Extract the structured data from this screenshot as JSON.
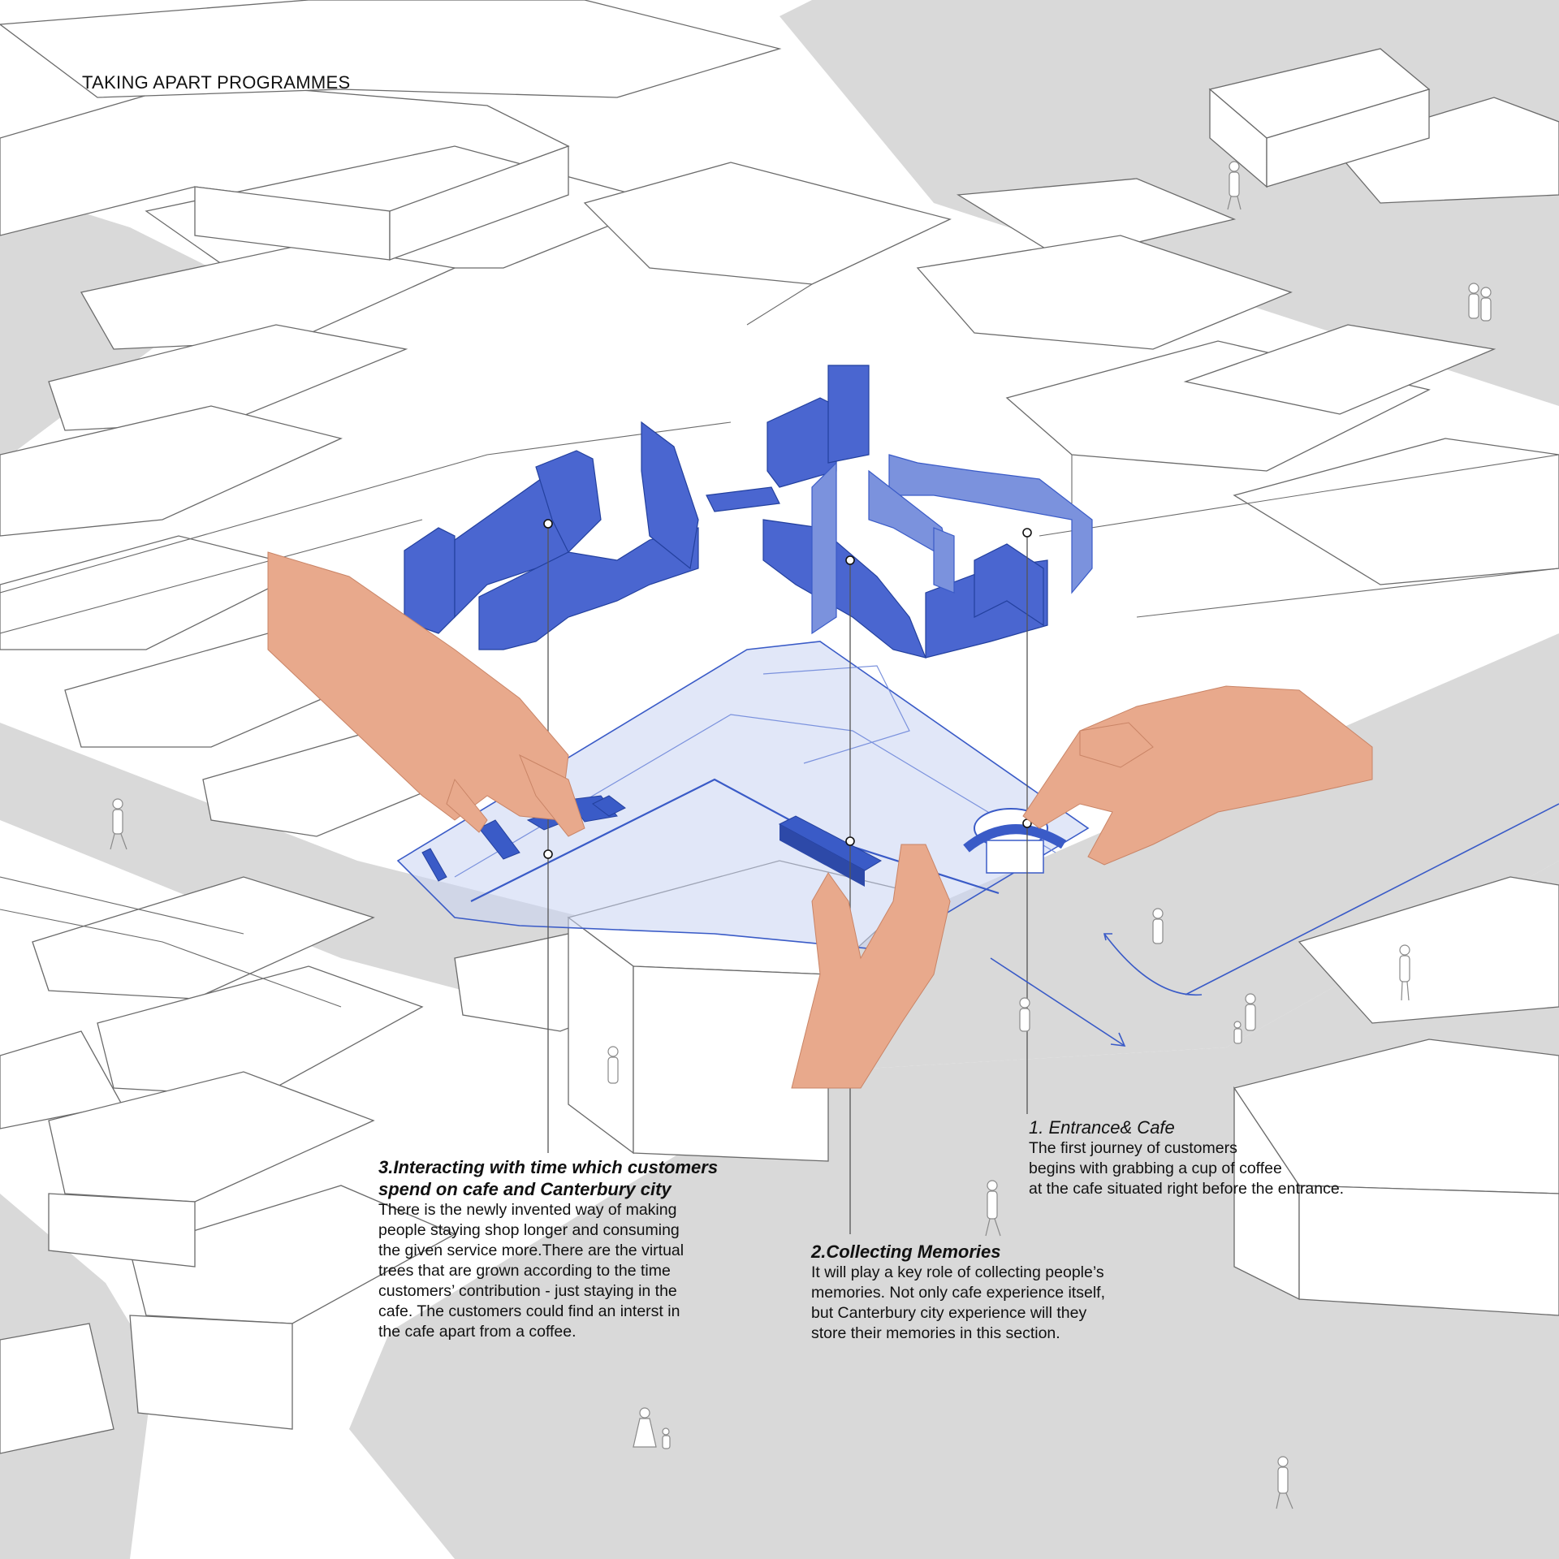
{
  "title": "TAKING APART PROGRAMMES",
  "colors": {
    "accent": "#3a5bc7",
    "accent_light": "#7b92dd",
    "road": "#d9d9d9",
    "building_fill": "#ffffff",
    "building_line": "#6b6b6b",
    "skin": "#e8a98c"
  },
  "annotations": [
    {
      "number": 1,
      "title": "1. Entrance& Cafe",
      "lines": [
        "The first journey of customers",
        "begins with grabbing a cup of coffee",
        "at the cafe situated right before the entrance."
      ]
    },
    {
      "number": 2,
      "title": "2.Collecting Memories",
      "lines": [
        "It will play a key role of collecting people’s",
        "memories. Not only cafe experience itself,",
        "but Canterbury  city experience will they",
        "store their memories in this section."
      ]
    },
    {
      "number": 3,
      "title_lines": [
        "3.Interacting with time which customers",
        "spend on cafe and Canterbury city"
      ],
      "lines": [
        "There is the newly invented way of making",
        "people staying shop longer and consuming",
        "the given service more.There are the virtual",
        "trees that are grown according to the time",
        "customers’ contribution - just staying in the",
        "cafe. The customers could find an interst in",
        "the cafe apart from a coffee."
      ]
    }
  ],
  "icons": [
    "hand-icon",
    "pedestrian-icon",
    "direction-arrow-icon",
    "leader-dot-icon"
  ]
}
